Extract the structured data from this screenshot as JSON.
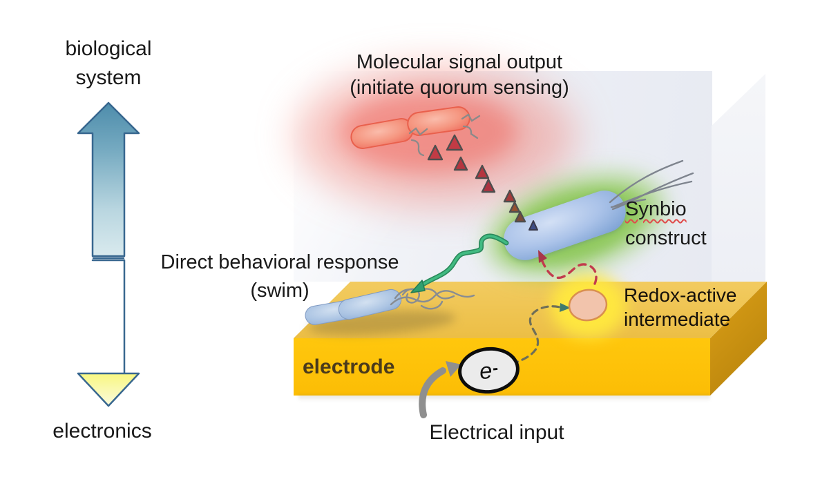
{
  "axis": {
    "top_label_line1": "biological",
    "top_label_line2": "system",
    "bottom_label": "electronics"
  },
  "labels": {
    "molecular_output_line1": "Molecular signal output",
    "molecular_output_line2": "(initiate quorum sensing)",
    "behavior_line1": "Direct behavioral response",
    "behavior_line2": "(swim)",
    "synbio_line1": "Synbio",
    "synbio_line2": "construct",
    "redox_line1": "Redox-active",
    "redox_line2": "intermediate",
    "electrode": "electrode",
    "electrical_input": "Electrical input",
    "electron_symbol": "e",
    "electron_superscript": "-"
  },
  "icons": {
    "axis_arrow": "double-headed-vertical-gradient-arrow",
    "signal_molecules": "triangle-chain-quorum-signals",
    "red_bacteria": "signal-emitting-bacteria-pair",
    "synbio_bacterium": "glowing-synbio-construct-bacterium",
    "swim_bacteria": "swimming-bacteria-pair",
    "redox_intermediate": "glowing-redox-circle",
    "electron": "electron-ellipse",
    "green_arrow": "behavior-response-arrow",
    "red_dashed_arrow": "redox-to-cell-arrow",
    "gray_dashed_arrow": "electron-to-redox-arrow",
    "gray_input_arrow": "electrical-input-arrow"
  },
  "colors": {
    "electrode_front": "#FEC30A",
    "electrode_top": "#ECBE45",
    "electrode_side": "#BA850C",
    "back_panel": "#E9ECF3",
    "axis_arrow_blue": "#4D8CAB",
    "axis_arrow_yellow": "#F6F63C",
    "red_bacterium": "#F5957F",
    "blue_bacterium": "#9CBBE6",
    "green_glow": "#80C440",
    "red_glow": "#F1746A",
    "yellow_glow": "#FFE93E",
    "signal_triangle": "#C23B45",
    "green_arrow": "#35A56E",
    "red_dashed": "#C23B4D",
    "gray_dashed": "#6F6F58",
    "input_arrow_gray": "#8F8F8F",
    "text": "#191919"
  }
}
